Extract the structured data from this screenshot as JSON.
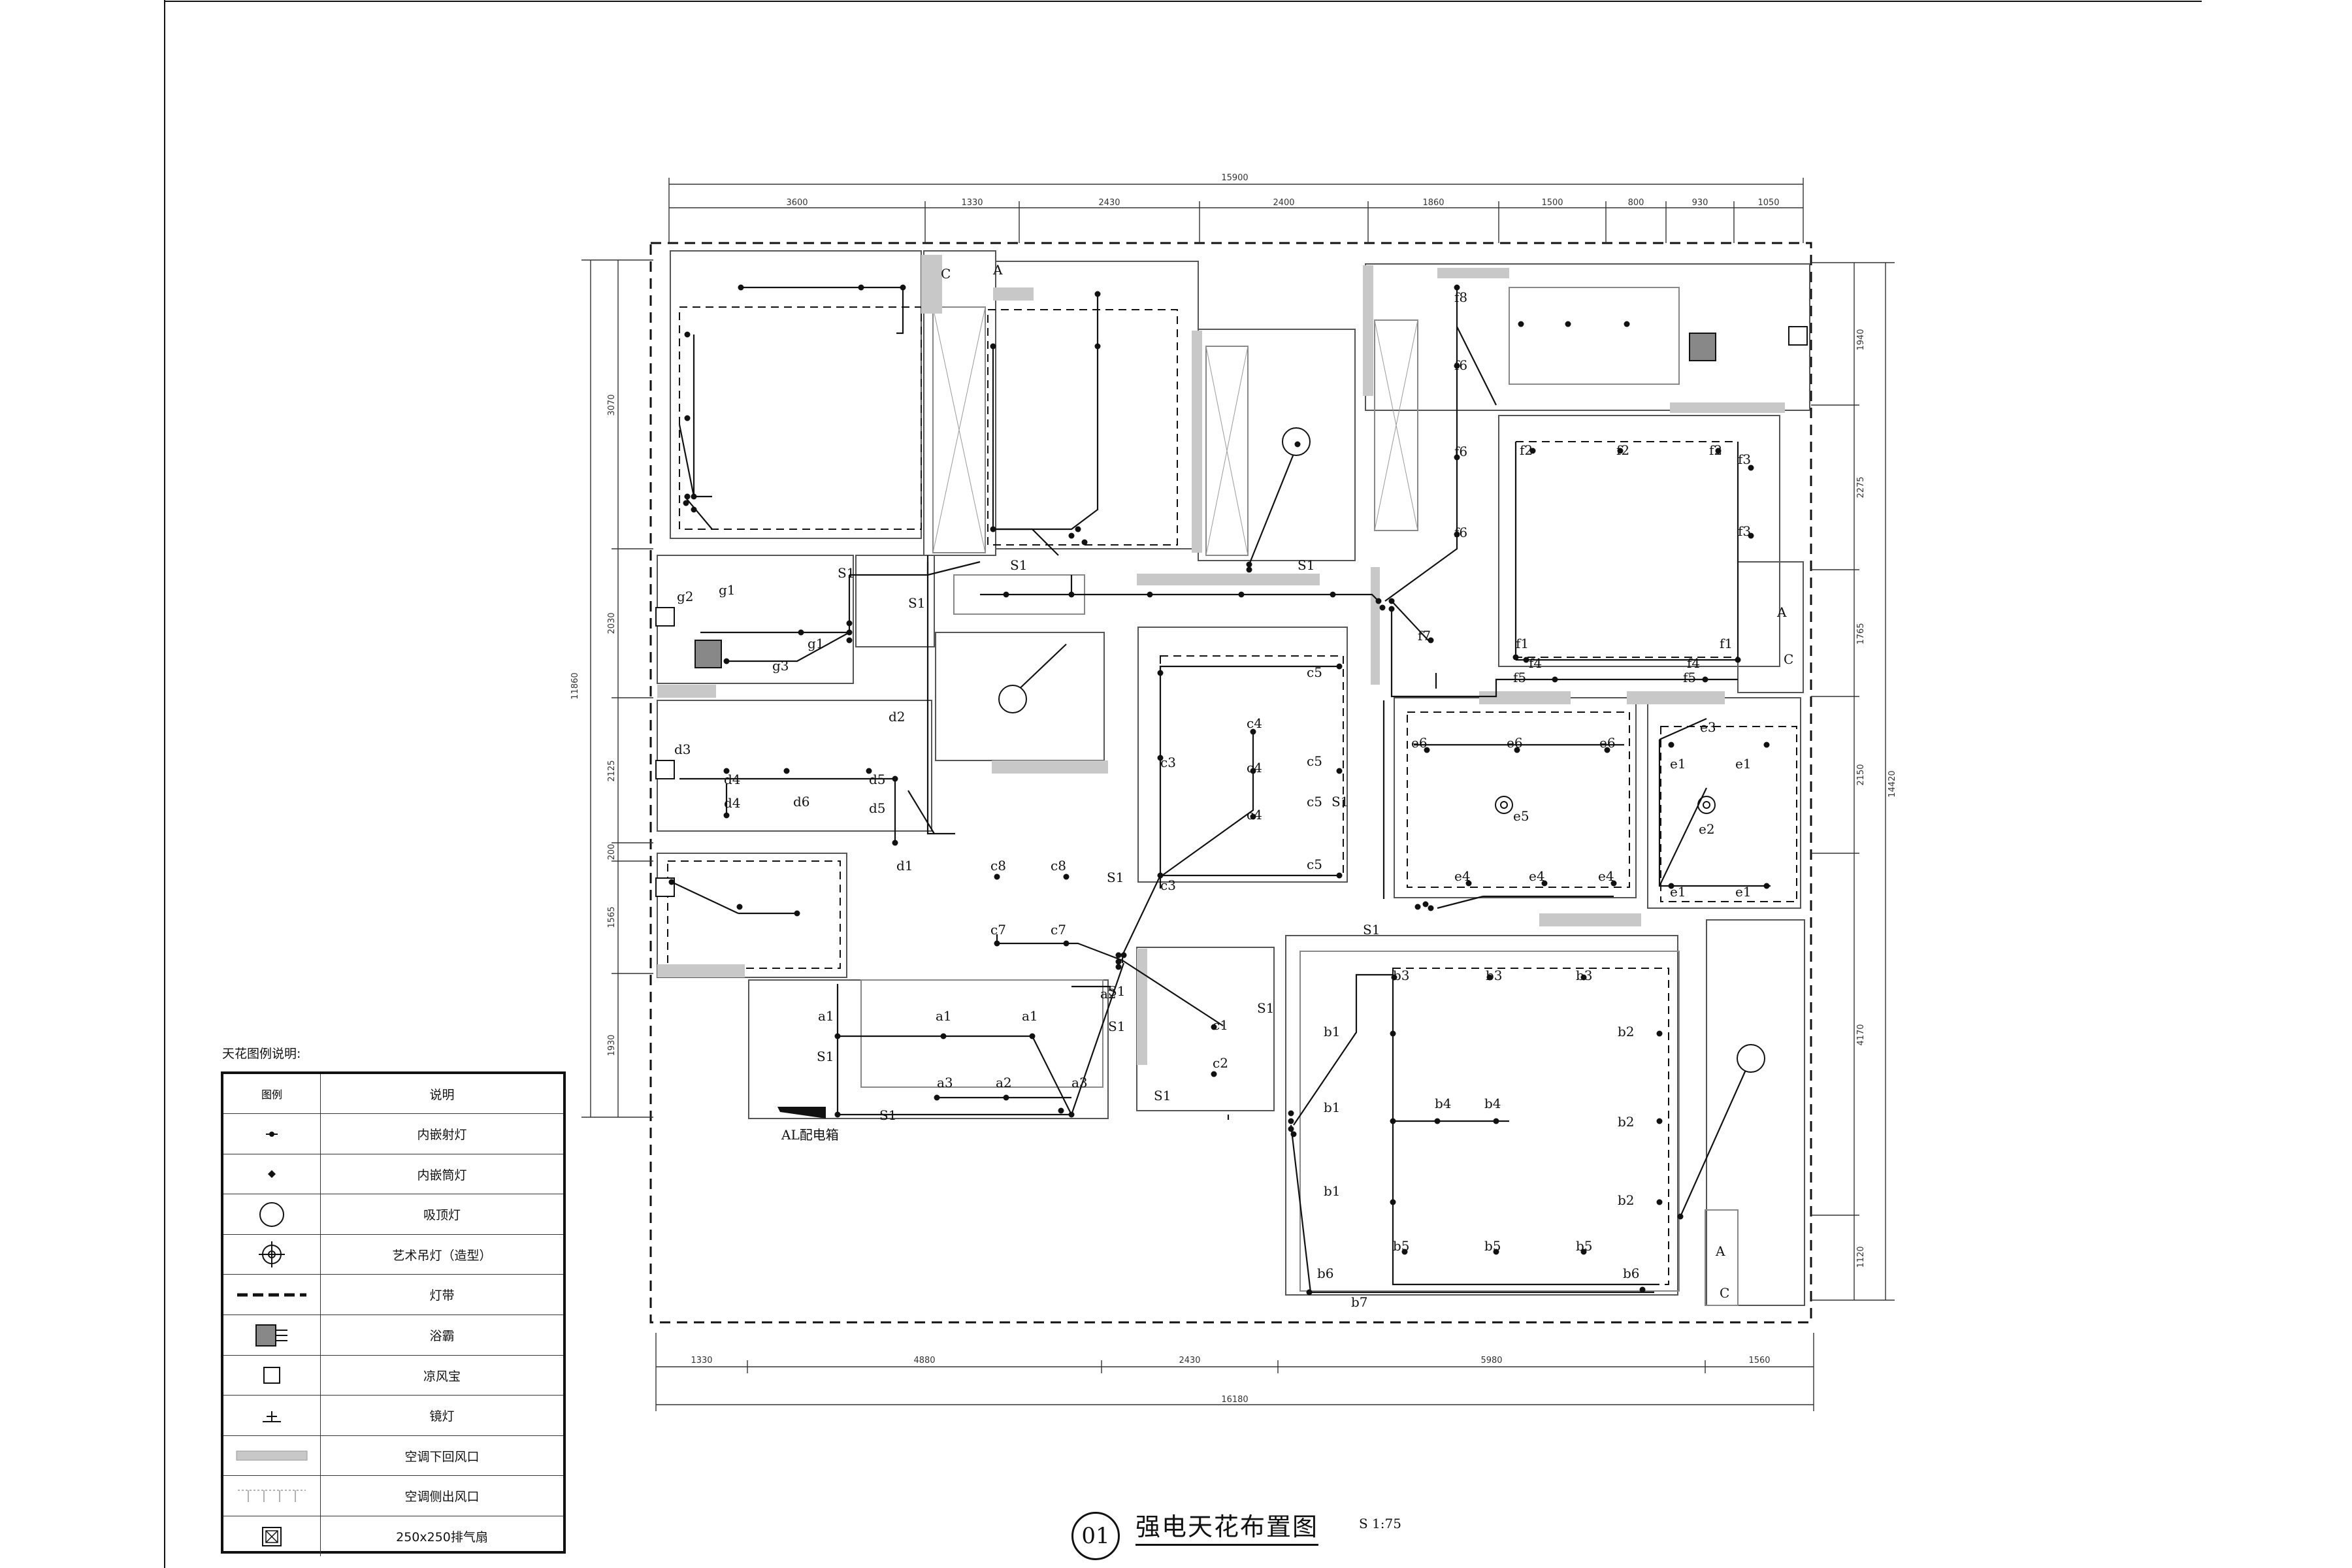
{
  "drawing": {
    "title": "强电天花布置图",
    "number": "01",
    "scale": "S 1:75",
    "panel_label": "AL配电箱"
  },
  "dimensions": {
    "top_total": "15900",
    "top": [
      "3600",
      "1330",
      "2430",
      "2400",
      "1860",
      "1500",
      "800",
      "930",
      "1050"
    ],
    "bottom_total": "16180",
    "bottom": [
      "1330",
      "4880",
      "2430",
      "5980",
      "1560"
    ],
    "left_total": "11860",
    "left": [
      "3070",
      "2030",
      "2125",
      "200",
      "1565",
      "1930"
    ],
    "right_total": "14420",
    "right": [
      "1940",
      "2275",
      "1765",
      "2150",
      "4170",
      "1120"
    ]
  },
  "labels": {
    "S1": "S1",
    "C": "C",
    "A": "A",
    "a1": "a1",
    "a2": "a2",
    "a3": "a3",
    "b1": "b1",
    "b2": "b2",
    "b3": "b3",
    "b4": "b4",
    "b5": "b5",
    "b6": "b6",
    "b7": "b7",
    "c1": "c1",
    "c2": "c2",
    "c3": "c3",
    "c4": "c4",
    "c5": "c5",
    "c7": "c7",
    "c8": "c8",
    "d1": "d1",
    "d2": "d2",
    "d3": "d3",
    "d4": "d4",
    "d5": "d5",
    "d6": "d6",
    "e1": "e1",
    "e2": "e2",
    "e3": "e3",
    "e4": "e4",
    "e5": "e5",
    "e6": "e6",
    "f1": "f1",
    "f2": "f2",
    "f3": "f3",
    "f4": "f4",
    "f5": "f5",
    "f6": "f6",
    "f7": "f7",
    "f8": "f8",
    "g1": "g1",
    "g2": "g2",
    "g3": "g3"
  },
  "legend": {
    "caption": "天花图例说明:",
    "header_symbol": "图例",
    "header_desc": "说明",
    "items": [
      {
        "icon": "recessed-spotlight-icon",
        "label": "内嵌射灯"
      },
      {
        "icon": "recessed-downlight-icon",
        "label": "内嵌筒灯"
      },
      {
        "icon": "ceiling-light-icon",
        "label": "吸顶灯"
      },
      {
        "icon": "art-pendant-icon",
        "label": "艺术吊灯（造型）"
      },
      {
        "icon": "light-strip-icon",
        "label": "灯带"
      },
      {
        "icon": "bath-heater-icon",
        "label": "浴霸"
      },
      {
        "icon": "cooling-fan-icon",
        "label": "凉风宝"
      },
      {
        "icon": "wall-lamp-icon",
        "label": "镜灯"
      },
      {
        "icon": "ac-return-icon",
        "label": "空调下回风口"
      },
      {
        "icon": "ac-outlet-icon",
        "label": "空调侧出风口"
      },
      {
        "icon": "exhaust-fan-icon",
        "label": "250x250排气扇"
      }
    ]
  },
  "colors": {
    "line": "#111111",
    "grey_fill": "#c8c8c8",
    "faint": "#9a9a9a"
  }
}
